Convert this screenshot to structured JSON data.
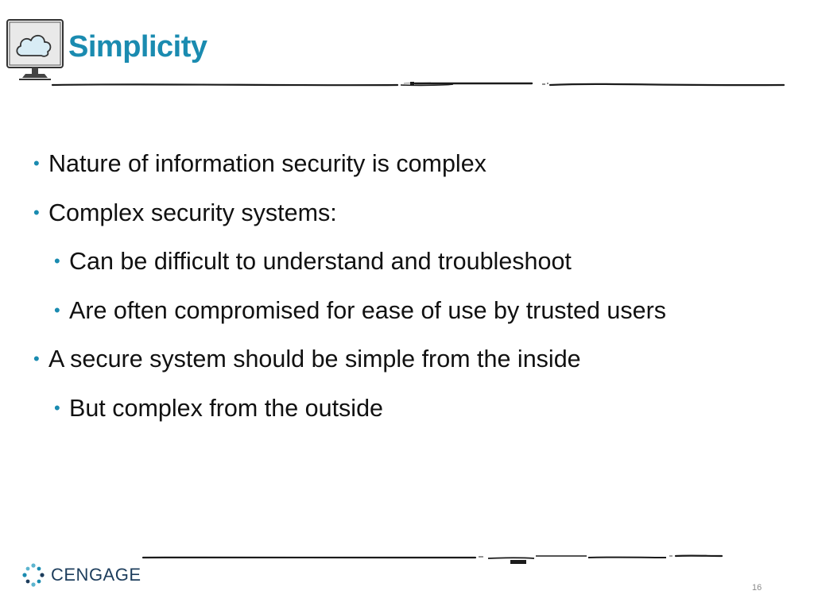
{
  "slide": {
    "title": "Simplicity",
    "bullets": [
      {
        "level": 1,
        "text": "Nature of information security is complex"
      },
      {
        "level": 1,
        "text": "Complex security systems:"
      },
      {
        "level": 2,
        "text": "Can be difficult to understand and troubleshoot"
      },
      {
        "level": 2,
        "text": "Are often compromised for ease of use by trusted users"
      },
      {
        "level": 1,
        "text": "A secure system should be simple from the inside"
      },
      {
        "level": 2,
        "text": "But complex from the outside"
      }
    ],
    "bullet_glyph": "•",
    "page_number": "16"
  },
  "branding": {
    "logo_text": "CENGAGE",
    "logo_icon": "cengage-logo-icon"
  },
  "icons": {
    "title_icon": "monitor-cloud-icon"
  },
  "colors": {
    "accent": "#1a8bb0",
    "text": "#111111",
    "logo_text": "#1d3d5c",
    "page_number": "#8a8a8a"
  }
}
